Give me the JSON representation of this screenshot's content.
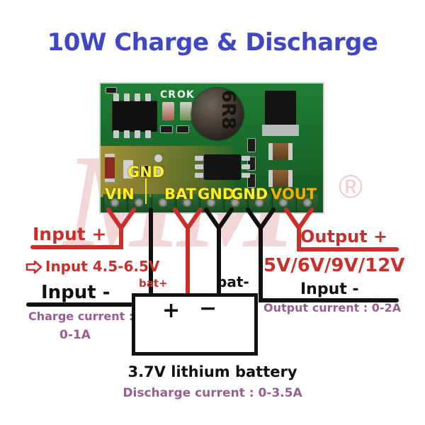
{
  "title": "10W Charge & Discharge",
  "watermark": {
    "letters": "MM",
    "registered": "®"
  },
  "pcb": {
    "silkscreen": {
      "cr": "CR",
      "ok": "OK",
      "inductor_code": "6R8"
    },
    "pin_labels": {
      "gnd_top": "GND",
      "vin": "VIN",
      "bat": "BAT",
      "gnd_2": "GND",
      "gnd_3": "GND",
      "vout": "VOUT"
    }
  },
  "left": {
    "input_plus": "Input +",
    "input_range": "Input 4.5-6.5V",
    "input_minus": "Input -",
    "charge_current_label": "Charge current :",
    "charge_current_value": "0-1A",
    "arrow_icon": "right-arrow-icon"
  },
  "right": {
    "output_plus": "Output +",
    "output_voltages": "5V/6V/9V/12V",
    "input_minus": "Input -",
    "output_current": "Output current : 0-2A"
  },
  "battery": {
    "bat_plus_wire": "bat+",
    "bat_minus_wire": "bat-",
    "terminal_plus": "+",
    "terminal_minus": "−",
    "name": "3.7V lithium battery",
    "discharge_current": "Discharge current : 0-3.5A"
  },
  "colors": {
    "title_blue": "#3f48c4",
    "red": "#c9302c",
    "black": "#111111",
    "purple": "#9c5b92",
    "pcb_green": "#1d7a32",
    "silk_yellow": "#ffee22",
    "vout_orange": "#f0b000"
  }
}
